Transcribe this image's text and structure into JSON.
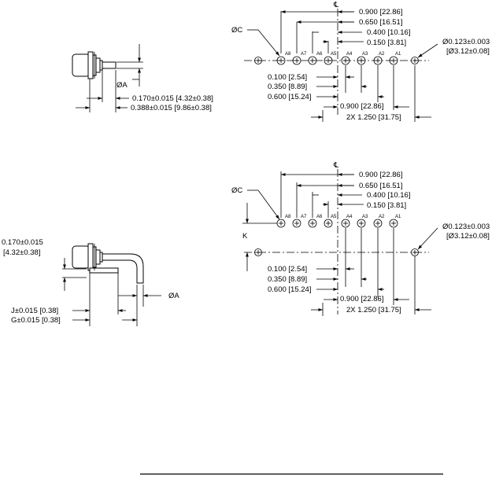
{
  "top_side_view": {
    "dia_a": "ØA",
    "dim_1": "0.170±0.015 [4.32±0.38]",
    "dim_2": "0.388±0.015 [9.86±0.38]"
  },
  "top_front_view": {
    "centerline": "℄",
    "dia_c": "ØC",
    "dim_right_1": "0.900 [22.86]",
    "dim_right_2": "0.650 [16.51]",
    "dim_right_3": "0.400 [10.16]",
    "dim_right_4": "0.150 [3.81]",
    "hole_dia_line1": "Ø0.123±0.003",
    "hole_dia_line2": "[Ø3.12±0.08]",
    "pins": [
      "A8",
      "A7",
      "A6",
      "A5",
      "A4",
      "A3",
      "A2",
      "A1"
    ],
    "dim_left_1": "0.100 [2.54]",
    "dim_left_2": "0.350 [8.89]",
    "dim_left_3": "0.600 [15.24]",
    "dim_bottom_1": "0.900 [22.86]",
    "dim_bottom_2": "2X 1.250 [31.75]"
  },
  "bottom_side_view": {
    "dim_height_line1": "0.170±0.015",
    "dim_height_line2": "[4.32±0.38]",
    "dia_a": "ØA",
    "dim_j": "J±0.015 [0.38]",
    "dim_g": "G±0.015 [0.38]"
  },
  "bottom_front_view": {
    "centerline": "℄",
    "dia_c": "ØC",
    "dim_right_1": "0.900 [22.86]",
    "dim_right_2": "0.650 [16.51]",
    "dim_right_3": "0.400 [10.16]",
    "dim_right_4": "0.150 [3.81]",
    "k_label": "K",
    "hole_dia_line1": "Ø0.123±0.003",
    "hole_dia_line2": "[Ø3.12±0.08]",
    "pins": [
      "A8",
      "A7",
      "A6",
      "A5",
      "A4",
      "A3",
      "A2",
      "A1"
    ],
    "dim_left_1": "0.100 [2.54]",
    "dim_left_2": "0.350 [8.89]",
    "dim_left_3": "0.600 [15.24]",
    "dim_bottom_1": "0.900 [22.86]",
    "dim_bottom_2": "2X 1.250 [31.75]"
  }
}
